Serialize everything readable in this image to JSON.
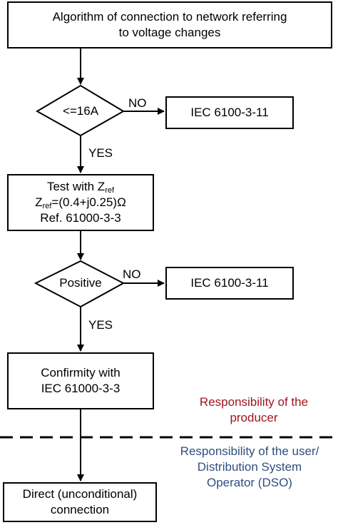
{
  "flowchart": {
    "start_box": {
      "line1": "Algorithm of connection to network referring",
      "line2": "to voltage changes"
    },
    "decision1": {
      "label": "<=16A",
      "no_label": "NO",
      "yes_label": "YES",
      "no_target": "IEC 6100-3-11"
    },
    "test_box": {
      "line1_prefix": "Test with Z",
      "line1_sub": "ref",
      "line2_prefix": "Z",
      "line2_sub": "ref",
      "line2_suffix": "=(0.4+j0.25)Ω",
      "line3": "Ref. 61000-3-3"
    },
    "decision2": {
      "label": "Positive",
      "no_label": "NO",
      "yes_label": "YES",
      "no_target": "IEC 6100-3-11"
    },
    "confirm_box": {
      "line1": "Confirmity with",
      "line2": "IEC 61000-3-3"
    },
    "end_box": {
      "line1": "Direct (unconditional)",
      "line2": "connection"
    }
  },
  "responsibility": {
    "producer_line1": "Responsibility of the",
    "producer_line2": "producer",
    "producer_color": "#a0141e",
    "user_line1": "Responsibility of the user/",
    "user_line2": "Distribution System",
    "user_line3": "Operator (DSO)",
    "user_color": "#2f4f80"
  }
}
